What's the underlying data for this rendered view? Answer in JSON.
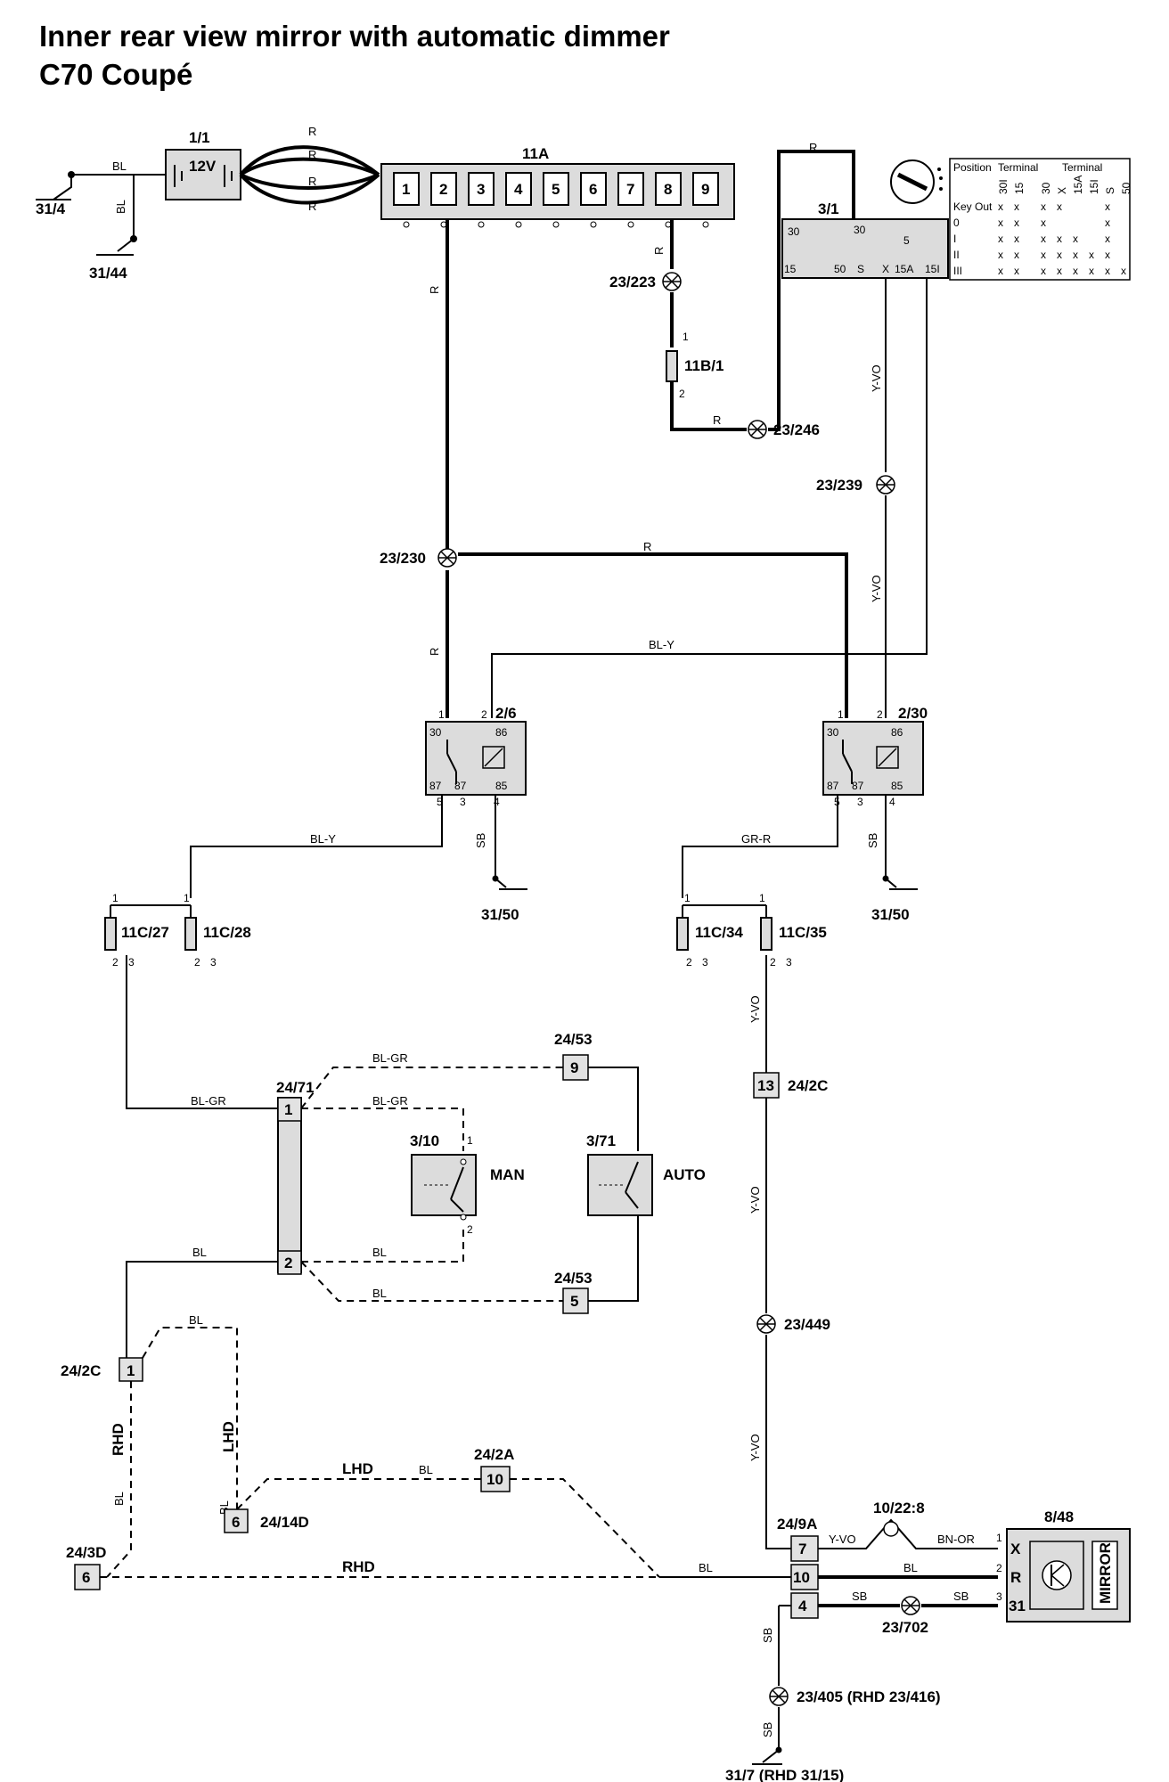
{
  "title": "Inner rear view mirror with automatic dimmer",
  "subtitle": "C70 Coupé",
  "components": {
    "battery": {
      "id": "1/1",
      "text": "12V"
    },
    "fusebox": {
      "id": "11A",
      "fuses": [
        "1",
        "2",
        "3",
        "4",
        "5",
        "6",
        "7",
        "8",
        "9"
      ]
    },
    "ignition": {
      "id": "3/1",
      "terminals_top": [
        "30",
        "30",
        "5"
      ],
      "terminals_bottom": [
        "15",
        "50",
        "S",
        "X",
        "15A",
        "15I"
      ]
    },
    "relay_a": {
      "id": "2/6"
    },
    "relay_b": {
      "id": "2/30"
    },
    "fuse_11b": {
      "id": "11B/1"
    },
    "switch_man": {
      "id": "3/10",
      "label": "MAN"
    },
    "switch_auto": {
      "id": "3/71",
      "label": "AUTO"
    },
    "mirror": {
      "id": "8/48",
      "label": "MIRROR"
    },
    "resistor": {
      "id": "10/22:8"
    },
    "panel": {
      "id": "24/71"
    }
  },
  "grounds": [
    "31/4",
    "31/44",
    "31/50",
    "31/50",
    "31/7 (RHD 31/15)"
  ],
  "splices": [
    "23/223",
    "23/246",
    "23/239",
    "23/230",
    "23/449",
    "23/702",
    "23/405 (RHD 23/416)"
  ],
  "fuses_11c": [
    "11C/27",
    "11C/28",
    "11C/34",
    "11C/35"
  ],
  "connectors": {
    "c2453_9": {
      "id": "24/53",
      "pin": "9"
    },
    "c2453_5": {
      "id": "24/53",
      "pin": "5"
    },
    "c242c_13": {
      "id": "24/2C",
      "pin": "13"
    },
    "c242c_1": {
      "id": "24/2C",
      "pin": "1"
    },
    "c2414d": {
      "id": "24/14D",
      "pin": "6"
    },
    "c242a": {
      "id": "24/2A",
      "pin": "10"
    },
    "c243d": {
      "id": "24/3D",
      "pin": "6"
    },
    "c249a": {
      "id": "24/9A",
      "pins": [
        "7",
        "10",
        "4"
      ]
    }
  },
  "wire_labels": {
    "bl": "BL",
    "r": "R",
    "blY": "BL-Y",
    "sb": "SB",
    "yvo": "Y-VO",
    "grR": "GR-R",
    "blGr": "BL-GR",
    "bnOr": "BN-OR",
    "rhd": "RHD",
    "lhd": "LHD"
  },
  "relay_terminals": {
    "t30": "30",
    "t86": "86",
    "t87": "87",
    "t85": "85",
    "p1": "1",
    "p2": "2",
    "p3": "3",
    "p4": "4",
    "p5": "5"
  },
  "mirror_pins": {
    "p1": "1",
    "p2": "2",
    "p3": "3",
    "x": "X",
    "r": "R",
    "t31": "31"
  },
  "switch_table": {
    "head_position": "Position",
    "head_terminal": "Terminal",
    "columns_a": [
      "30I",
      "15"
    ],
    "columns_b": [
      "30",
      "X",
      "15A",
      "15I",
      "S",
      "50"
    ],
    "rows": [
      {
        "pos": "Key Out",
        "a": [
          "x",
          "x"
        ],
        "b": [
          "x",
          "x",
          "",
          "",
          "x",
          ""
        ]
      },
      {
        "pos": "0",
        "a": [
          "x",
          "x"
        ],
        "b": [
          "x",
          "",
          "",
          "",
          "x",
          ""
        ]
      },
      {
        "pos": "I",
        "a": [
          "x",
          "x"
        ],
        "b": [
          "x",
          "x",
          "x",
          "",
          "x",
          ""
        ]
      },
      {
        "pos": "II",
        "a": [
          "x",
          "x"
        ],
        "b": [
          "x",
          "x",
          "x",
          "x",
          "x",
          ""
        ]
      },
      {
        "pos": "III",
        "a": [
          "x",
          "x"
        ],
        "b": [
          "x",
          "x",
          "x",
          "x",
          "x",
          "x"
        ]
      }
    ]
  }
}
